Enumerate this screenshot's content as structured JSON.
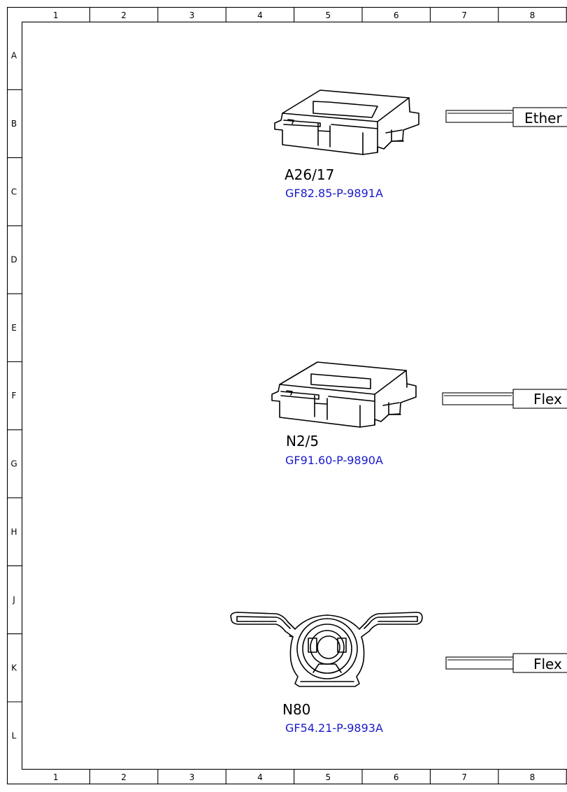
{
  "frame": {
    "columns": [
      "1",
      "2",
      "3",
      "4",
      "5",
      "6",
      "7",
      "8"
    ],
    "rows": [
      "A",
      "B",
      "C",
      "D",
      "E",
      "F",
      "G",
      "H",
      "J",
      "K",
      "L"
    ]
  },
  "components": [
    {
      "name": "A26/17",
      "ref": "GF82.85-P-9891A",
      "bus": "Ether"
    },
    {
      "name": "N2/5",
      "ref": "GF91.60-P-9890A",
      "bus": "Flex"
    },
    {
      "name": "N80",
      "ref": "GF54.21-P-9893A",
      "bus": "Flex"
    }
  ],
  "colors": {
    "ref_link": "#1a1acc",
    "line": "#000000"
  }
}
